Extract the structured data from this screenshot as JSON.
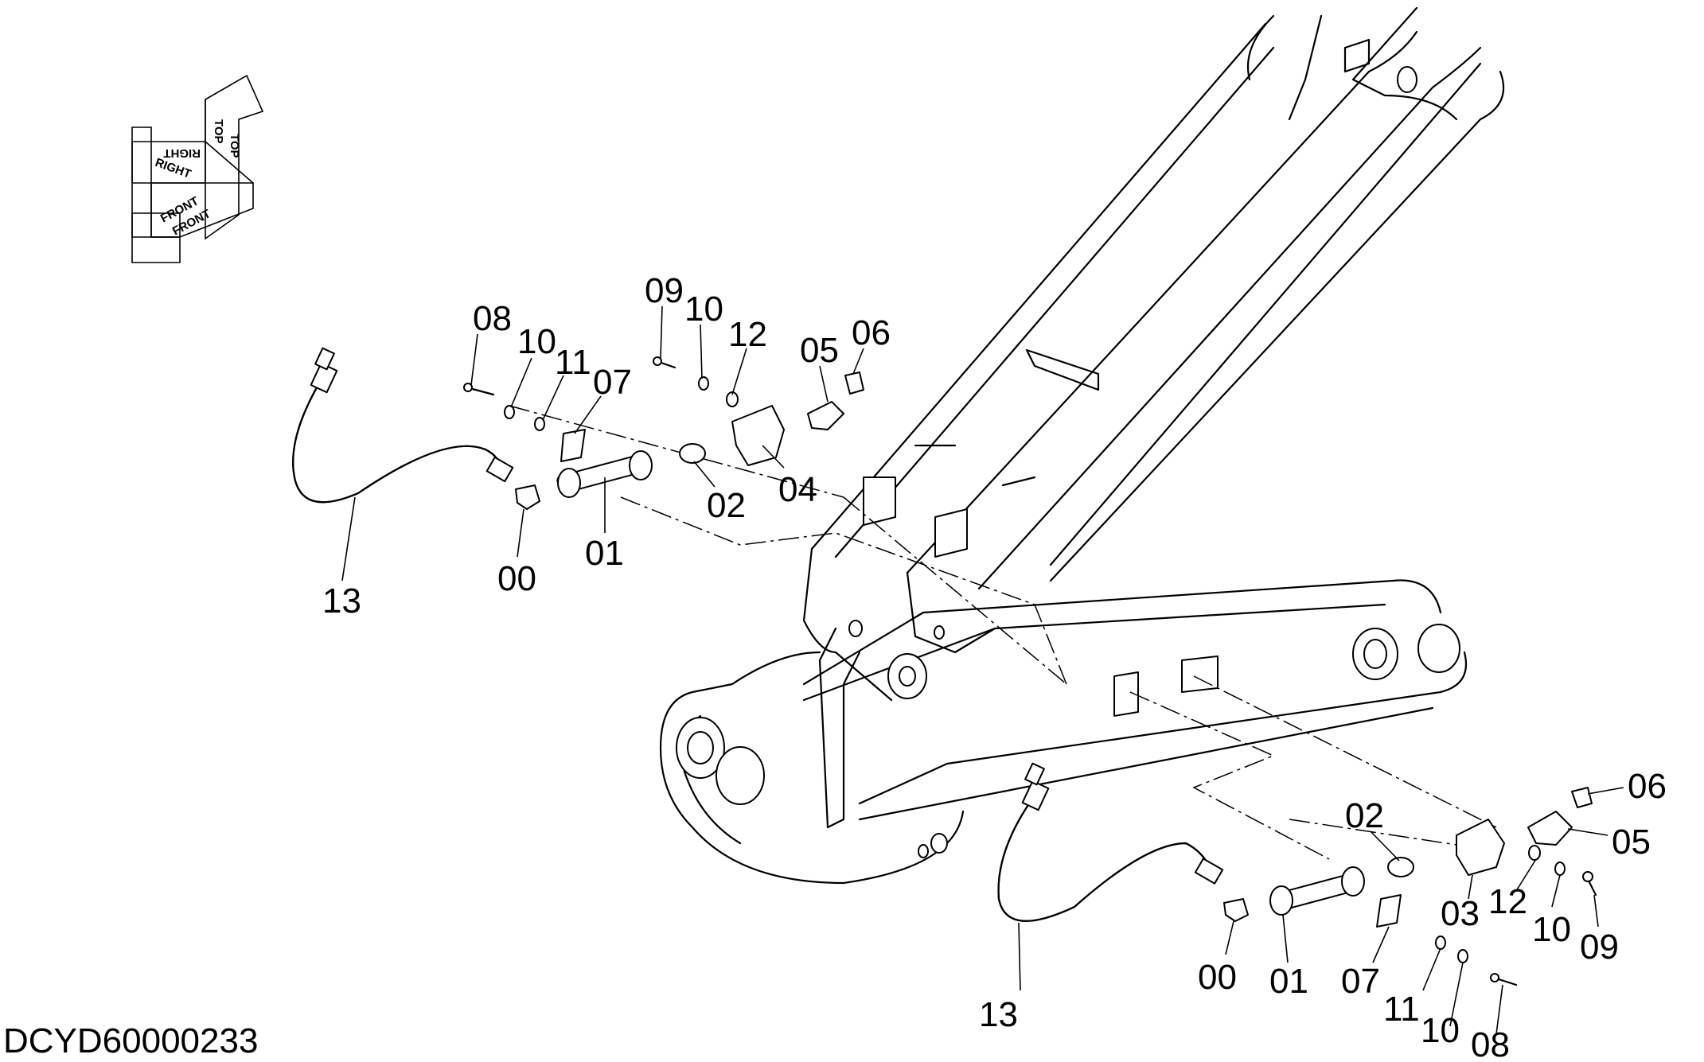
{
  "document_code": "DCYD60000233",
  "orientation_indicator": {
    "labels": [
      "TOP",
      "TOP",
      "RIGHT",
      "RIGHT",
      "FRONT",
      "FRONT"
    ]
  },
  "callouts_upper": [
    "08",
    "10",
    "11",
    "07",
    "09",
    "10",
    "12",
    "05",
    "06",
    "02",
    "04",
    "01",
    "00",
    "13"
  ],
  "callouts_lower": [
    "06",
    "05",
    "02",
    "12",
    "03",
    "10",
    "09",
    "00",
    "01",
    "07",
    "11",
    "10",
    "08",
    "13"
  ]
}
